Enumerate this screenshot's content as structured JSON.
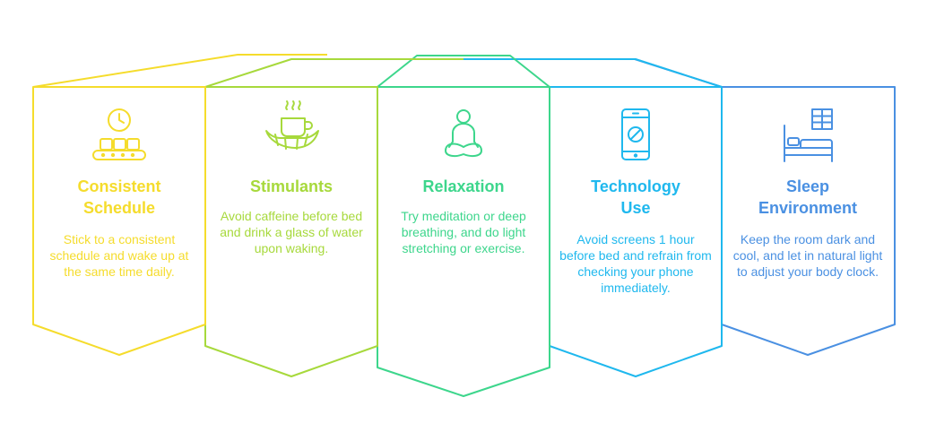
{
  "panels": [
    {
      "id": "consistent-schedule",
      "title": "Consistent\nSchedule",
      "description": "Stick to a consistent schedule and wake up at the same time daily.",
      "color": "#F5DC2C",
      "icon": "clock-conveyor-icon"
    },
    {
      "id": "stimulants",
      "title": "Stimulants",
      "description": "Avoid caffeine before bed and drink a glass of water upon waking.",
      "color": "#A7D93C",
      "icon": "coffee-croissant-icon"
    },
    {
      "id": "relaxation",
      "title": "Relaxation",
      "description": "Try meditation or deep breathing, and do light stretching or exercise.",
      "color": "#3DD68C",
      "icon": "meditation-icon"
    },
    {
      "id": "technology-use",
      "title": "Technology\nUse",
      "description": "Avoid screens 1 hour before bed and refrain from checking your phone immediately.",
      "color": "#1FB8EE",
      "icon": "phone-blocked-icon"
    },
    {
      "id": "sleep-environment",
      "title": "Sleep\nEnvironment",
      "description": "Keep the room dark and cool, and let in natural light to adjust your body clock.",
      "color": "#4A90E2",
      "icon": "bed-window-icon"
    }
  ]
}
